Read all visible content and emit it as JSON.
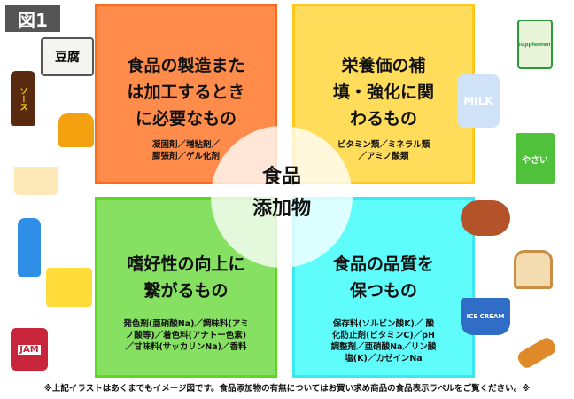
{
  "badge": "図1",
  "quadrants": [
    {
      "title_lines": [
        "食品の製造また",
        "は加工するとき",
        "に必要なもの"
      ],
      "sub_lines": [
        "凝固剤／増粘剤／",
        "膨張剤／ゲル化剤"
      ],
      "color": "#ff8c4a"
    },
    {
      "title_lines": [
        "栄養価の補",
        "填・強化に関",
        "わるもの"
      ],
      "sub_lines": [
        "ビタミン類／ミネラル類",
        "／アミノ酸類"
      ],
      "color": "#ffdd5a"
    },
    {
      "title_lines": [
        "嗜好性の向上に",
        "繋がるもの"
      ],
      "sub_lines": [
        "発色剤(亜硝酸Na)／調味料(アミ",
        "ノ酸等)／着色料(アナトー色素)",
        "／甘味料(サッカリンNa)／香料"
      ],
      "color": "#86e062"
    },
    {
      "title_lines": [
        "食品の品質を",
        "保つもの"
      ],
      "sub_lines": [
        "保存料(ソルビン酸K)／ 酸",
        "化防止剤(ビタミンC)／pH",
        "調整剤／亜硝酸Na／リン酸",
        "塩(K)／カゼインNa"
      ],
      "color": "#5ffcfc"
    }
  ],
  "center": [
    "食品",
    "添加物"
  ],
  "note": "※上記イラストはあくまでもイメージ図です。食品添加物の有無についてはお買い求め商品の食品表示ラベルをご覧ください。※",
  "illustrations": {
    "tofu": "豆腐",
    "sauce": "ソース",
    "jam": "JAM",
    "supplement": "Supplement",
    "milk": "MILK",
    "veg_juice": "やさい",
    "ice_cream": "ICE CREAM"
  }
}
